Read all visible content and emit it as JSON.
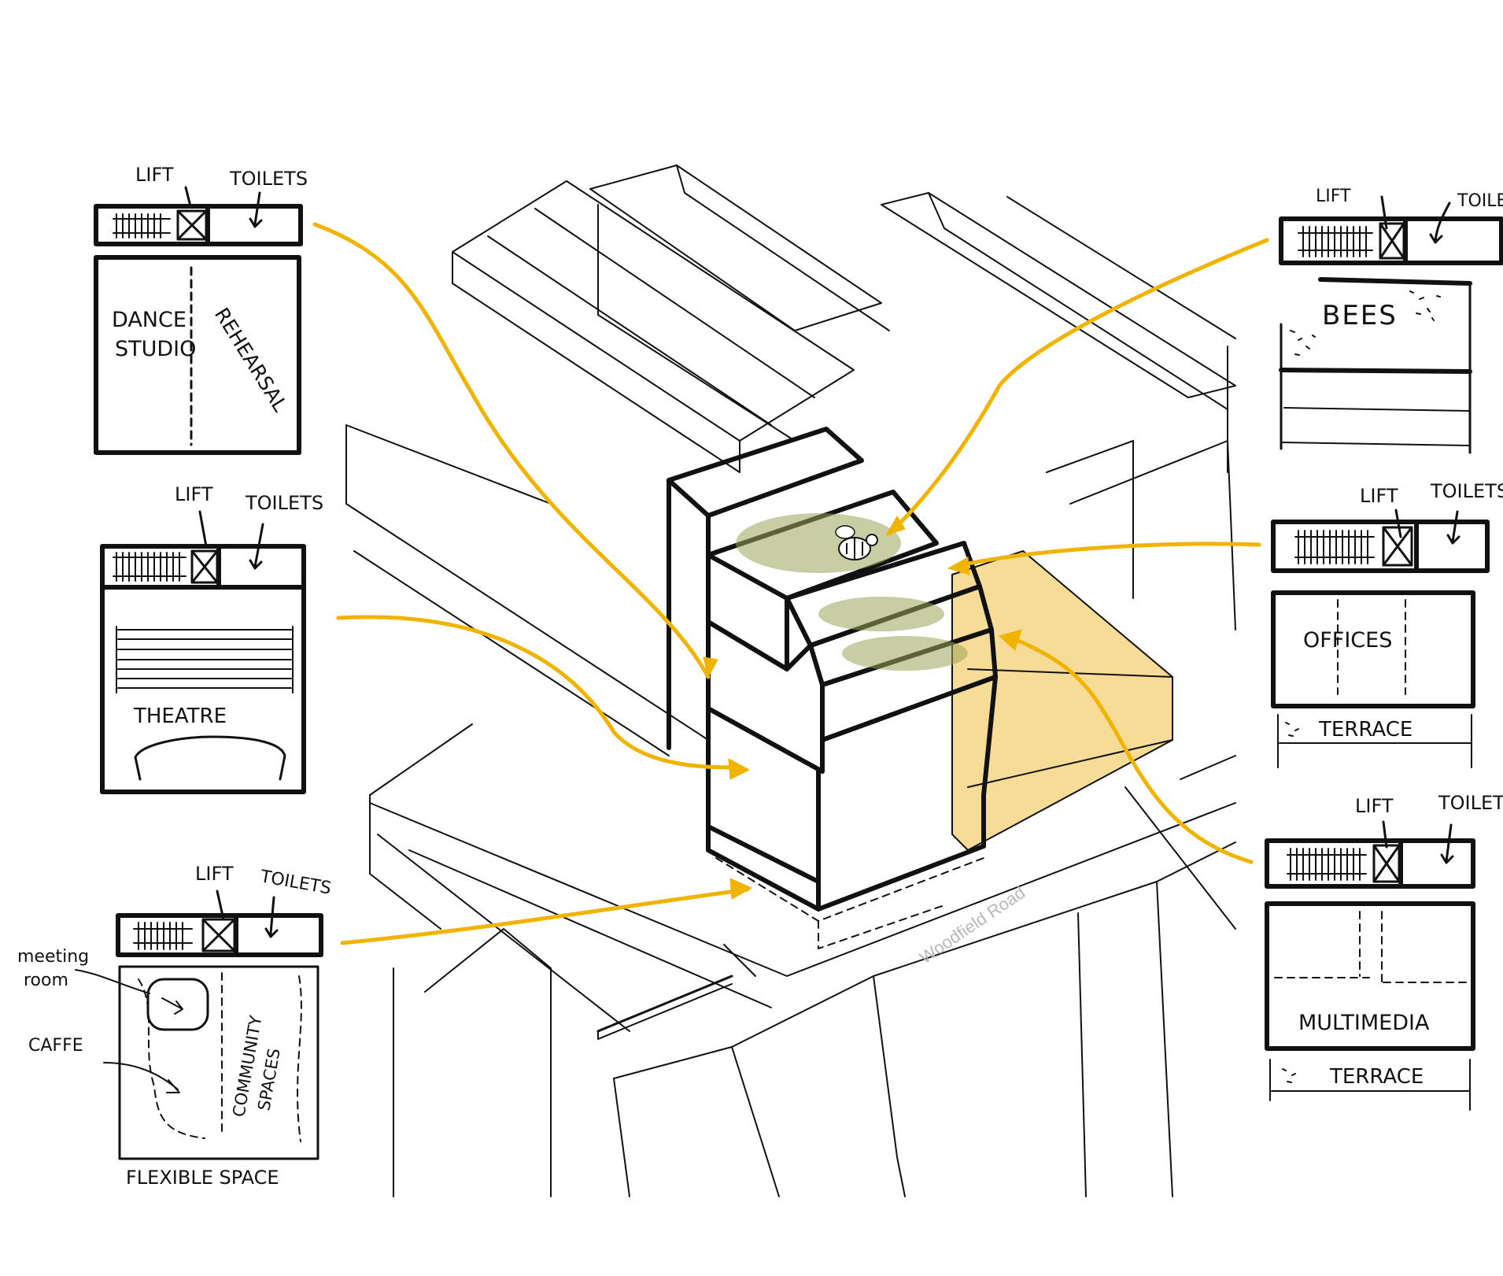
{
  "colors": {
    "ink": "#111111",
    "arrow": "#f0b400",
    "annex": "#f6dc96",
    "green_roof": "#9da45a",
    "road_text": "#b8b8b8"
  },
  "road_label": "Woodfield Road",
  "bee_icon": "bee-icon",
  "floor_plans": {
    "dance_rehearsal": {
      "lift": "LIFT",
      "toilets": "TOILETS",
      "room_left_line1": "DANCE",
      "room_left_line2": "STUDIO",
      "room_right": "REHEARSAL"
    },
    "theatre": {
      "lift": "LIFT",
      "toilets": "TOILETS",
      "room": "THEATRE"
    },
    "flexible": {
      "lift": "LIFT",
      "toilets": "TOILETS",
      "meeting_line1": "meeting",
      "meeting_line2": "room",
      "caffe": "CAFFE",
      "community_line1": "COMMUNITY",
      "community_line2": "SPACES",
      "caption": "FLEXIBLE SPACE"
    },
    "bees": {
      "lift": "LIFT",
      "toilets": "TOILE",
      "room": "BEES"
    },
    "offices": {
      "lift": "LIFT",
      "toilets": "TOILETS",
      "room": "OFFICES",
      "terrace": "TERRACE"
    },
    "multimedia": {
      "lift": "LIFT",
      "toilets": "TOILETS",
      "room": "MULTIMEDIA",
      "terrace": "TERRACE"
    }
  }
}
